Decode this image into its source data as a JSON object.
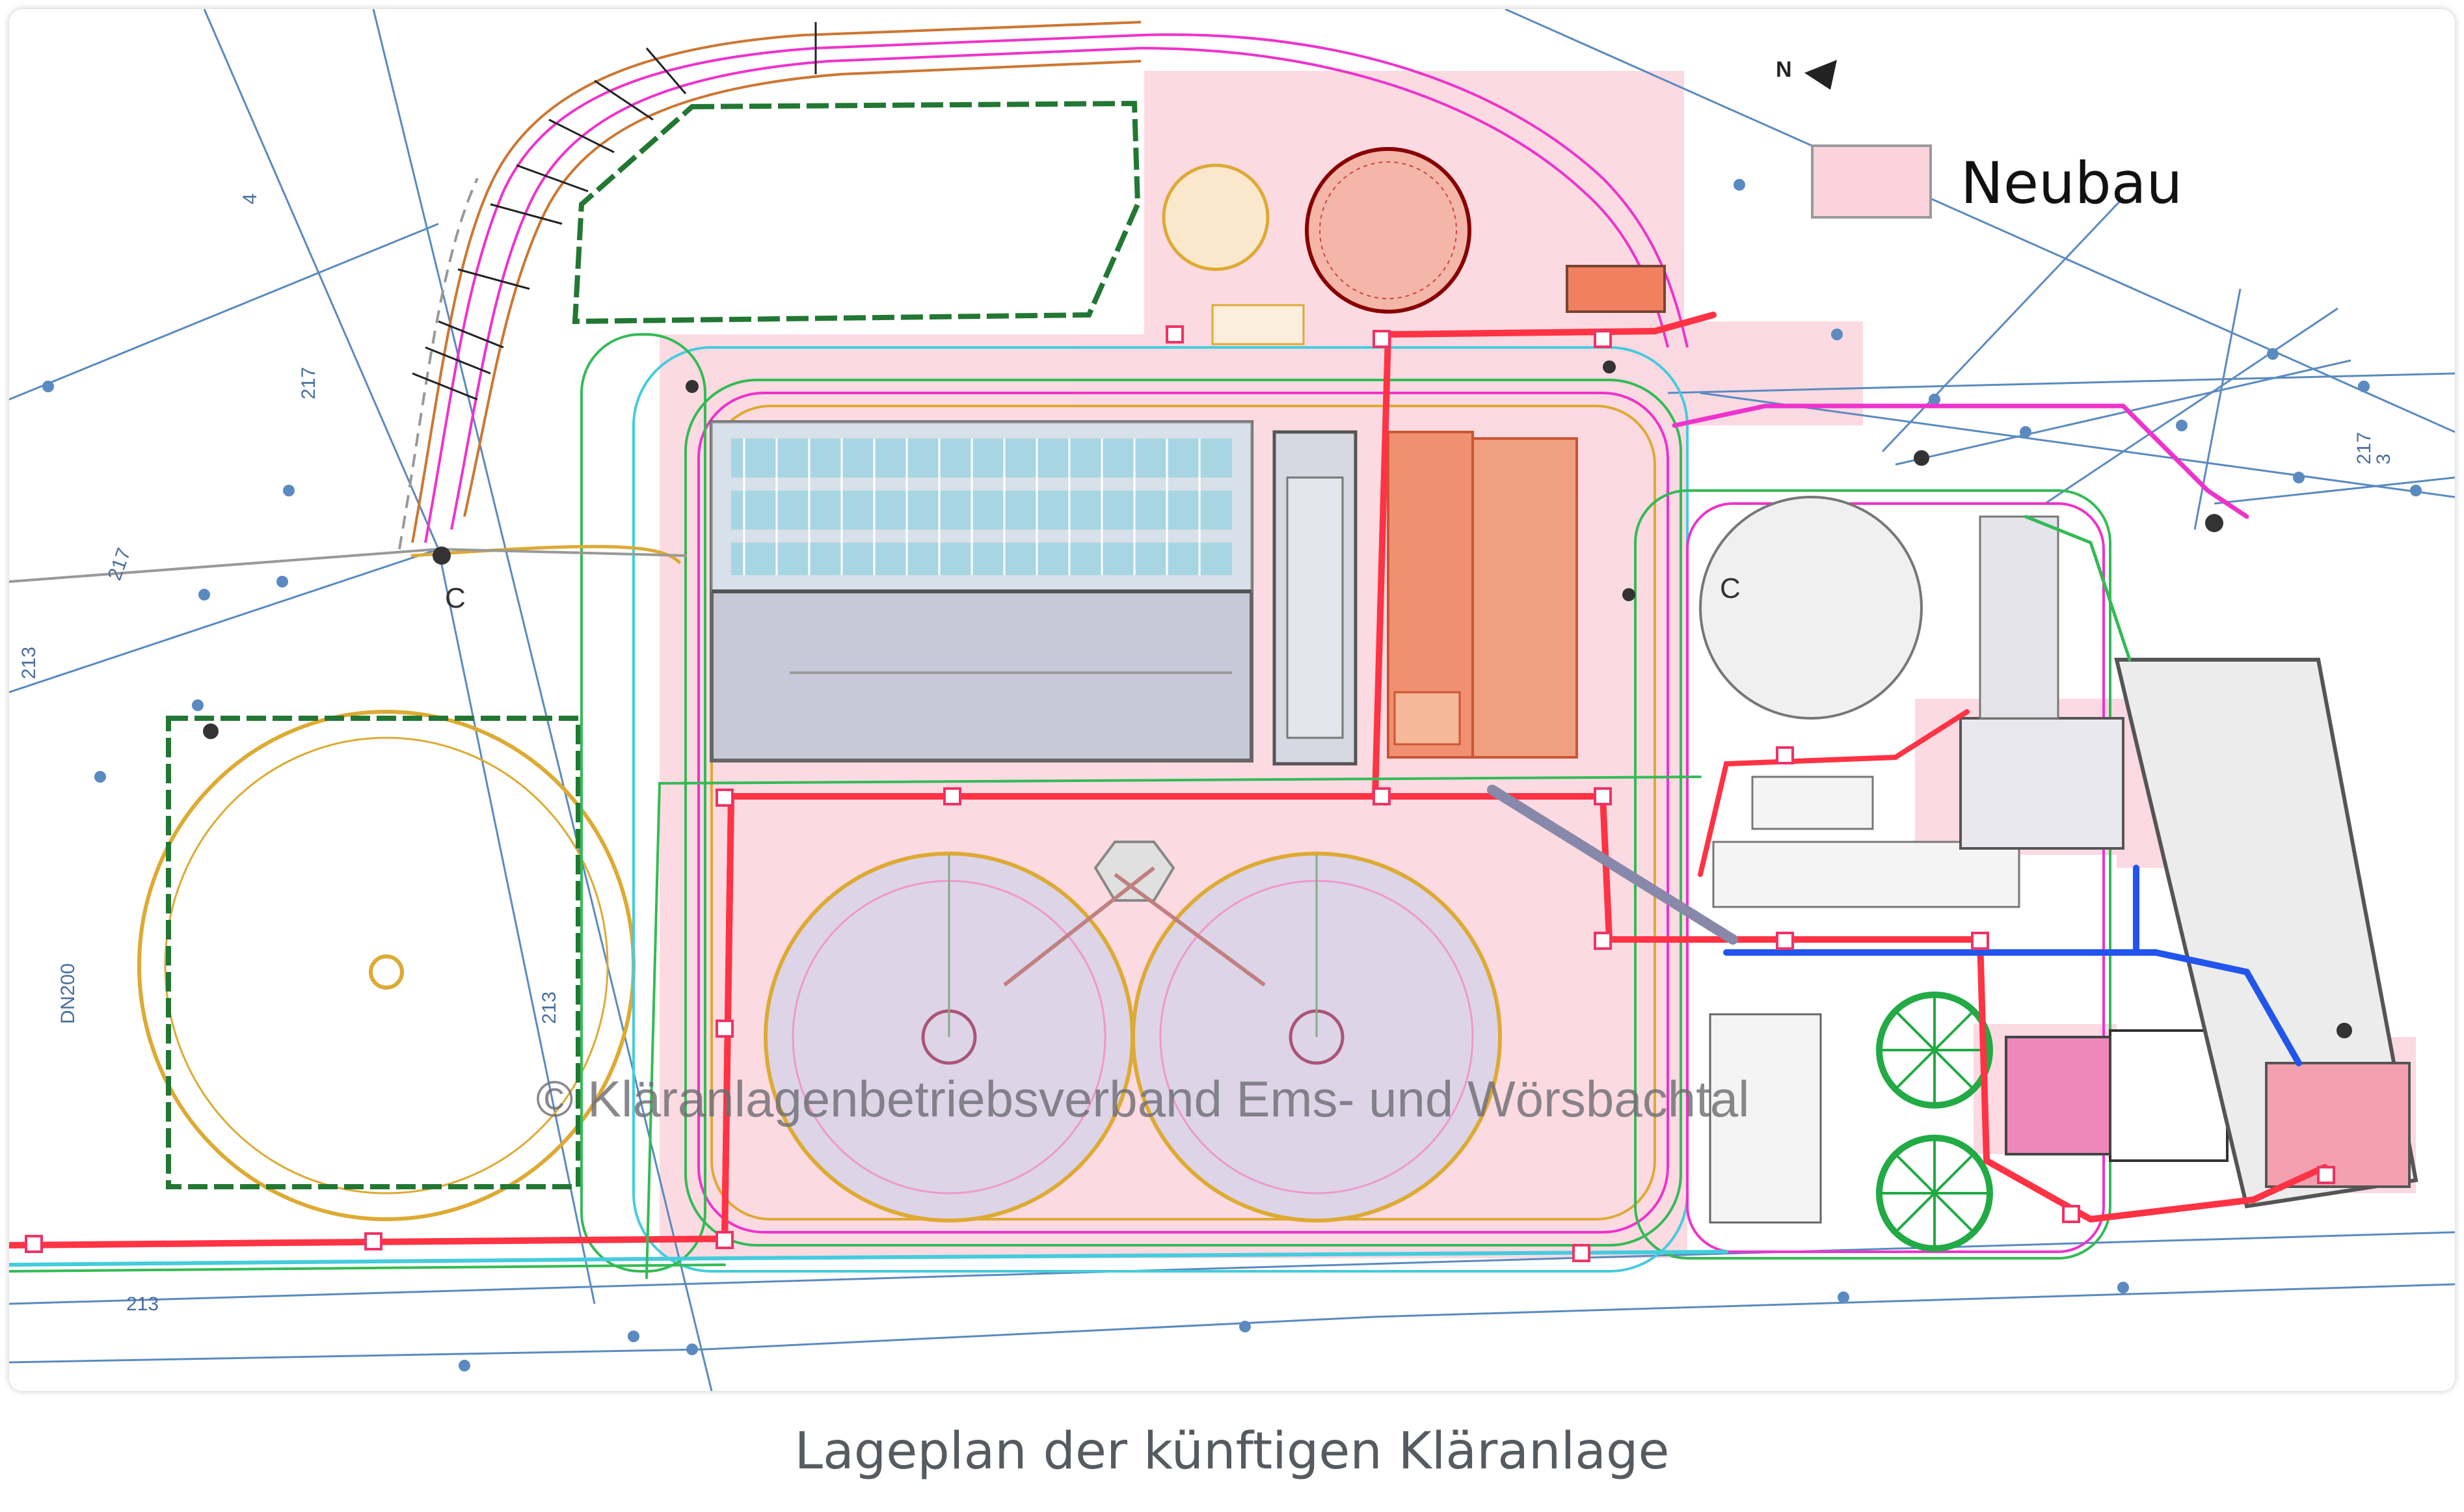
{
  "legend": {
    "label": "Neubau",
    "swatch_color": "#fbd3dd",
    "swatch_border": "#9a9a9a"
  },
  "north_arrow_label": "N",
  "watermark": "© Kläranlagenbetriebsverband Ems- und Wörsbachtal",
  "caption": "Lageplan der künftigen Kläranlage",
  "colors": {
    "neubau_fill": "#fbd3dd",
    "pipe_red": "#ff3344",
    "pipe_magenta": "#ee33cc",
    "pipe_green": "#33bb55",
    "pipe_blue": "#2255ee",
    "pipe_cyan": "#44ccdd",
    "pipe_orange": "#ee9933",
    "line_yellow": "#ddaa33",
    "border_green": "#227733",
    "survey_blue": "#5a8ac0",
    "building_orange": "#f09070",
    "tank_grey": "#c8c8d8"
  },
  "plan_labels": {
    "dn": "DN200",
    "c1": "C",
    "c2": "C",
    "s1": "213",
    "s2": "213",
    "s3": "217",
    "s4": "217",
    "s5": "217",
    "s6": "4",
    "s7": "213",
    "s8": "3"
  }
}
